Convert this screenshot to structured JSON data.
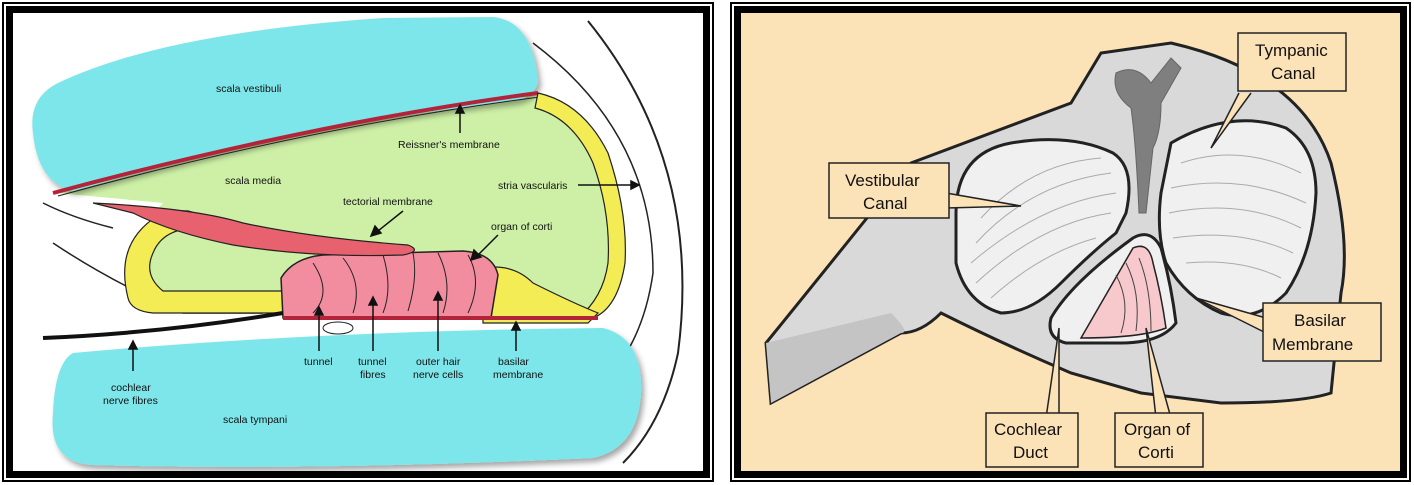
{
  "left_diagram": {
    "labels": {
      "scala_vestibuli": "scala vestibuli",
      "reissners_membrane": "Reissner's membrane",
      "scala_media": "scala media",
      "stria_vascularis": "stria vascularis",
      "tectorial_membrane": "tectorial membrane",
      "organ_of_corti": "organ of corti",
      "tunnel": "tunnel",
      "tunnel_fibres_1": "tunnel",
      "tunnel_fibres_2": "fibres",
      "outer_hair_1": "outer hair",
      "outer_hair_2": "nerve cells",
      "basilar_1": "basilar",
      "basilar_2": "membrane",
      "cochlear_nerve_1": "cochlear",
      "cochlear_nerve_2": "nerve fibres",
      "scala_tympani": "scala tympani"
    },
    "colors": {
      "scala": "#7de6ea",
      "scala_media": "#cdf0a6",
      "cells": "#f4ec55",
      "organ": "#f28da0",
      "tectorial": "#e8616e",
      "membrane_line": "#b3233a"
    }
  },
  "right_diagram": {
    "labels": {
      "tympanic_1": "Tympanic",
      "tympanic_2": "Canal",
      "vestibular_1": "Vestibular",
      "vestibular_2": "Canal",
      "basilar_1": "Basilar",
      "basilar_2": "Membrane",
      "cochlear_duct_1": "Cochlear",
      "cochlear_duct_2": "Duct",
      "organ_corti_1": "Organ of",
      "organ_corti_2": "Corti"
    },
    "colors": {
      "background": "#fbe2b7",
      "tissue": "#d9d9d9",
      "canal": "#f0f0f0",
      "organ": "#f7c9cc"
    }
  }
}
